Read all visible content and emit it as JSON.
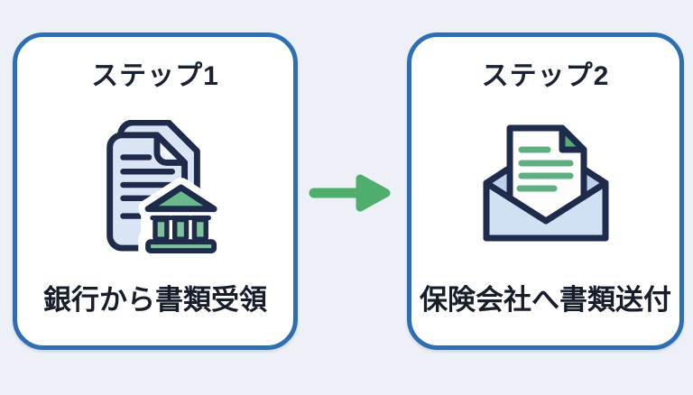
{
  "page": {
    "background_color": "#edf1f7",
    "kind": "two-step process diagram"
  },
  "cards": {
    "border_color": "#2e6fb3",
    "background_color": "#ffffff",
    "items": [
      {
        "title": "ステップ1",
        "label": "銀行から書類受領",
        "icon": "document-from-bank-icon"
      },
      {
        "title": "ステップ2",
        "label": "保険会社へ書類送付",
        "icon": "envelope-with-letter-icon"
      }
    ]
  },
  "arrow": {
    "icon": "right-arrow-icon",
    "direction": "right",
    "color": "#4fae6d"
  },
  "palette": {
    "outline_dark": "#1e2b4a",
    "document_blue": "#d9e4f5",
    "envelope_front_blue": "#d2e0f4",
    "envelope_back_blue": "#bdd1ec",
    "accent_green": "#68ba8b",
    "line_green": "#5fae82",
    "text_dark": "#1a2130"
  }
}
